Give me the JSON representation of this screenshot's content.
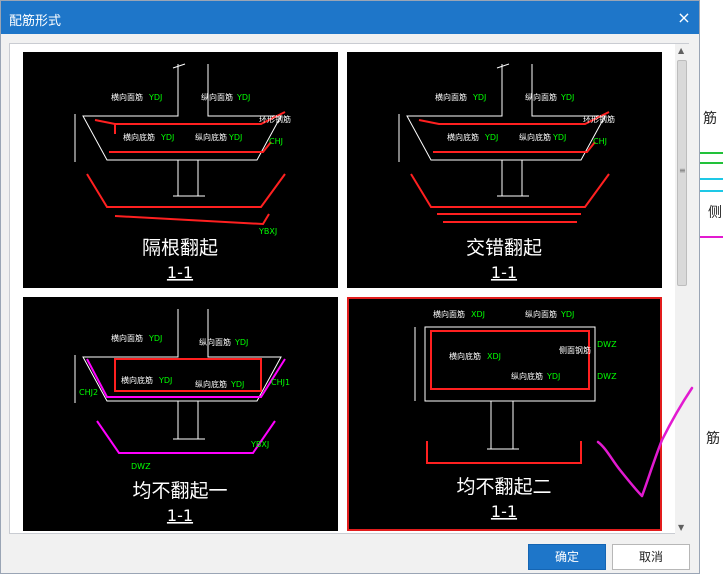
{
  "dialog": {
    "title": "配筋形式",
    "close_glyph": "×",
    "ok_label": "确定",
    "cancel_label": "取消"
  },
  "panels": [
    {
      "title": "隔根翻起",
      "section": "1-1",
      "labels": [
        "横向面筋",
        "YDJ",
        "纵向面筋",
        "YDJ",
        "横向底筋",
        "YDJ",
        "纵向底筋",
        "YDJ",
        "环形钢筋",
        "CHJ",
        "YBXJ"
      ]
    },
    {
      "title": "交错翻起",
      "section": "1-1",
      "labels": [
        "横向面筋",
        "YDJ",
        "纵向面筋",
        "YDJ",
        "横向底筋",
        "YDJ",
        "纵向底筋",
        "YDJ",
        "环形钢筋",
        "CHJ"
      ]
    },
    {
      "title": "均不翻起一",
      "section": "1-1",
      "labels": [
        "横向面筋",
        "YDJ",
        "纵向面筋",
        "YDJ",
        "横向底筋",
        "YDJ",
        "纵向底筋",
        "YDJ",
        "CHJ2",
        "CHJ1",
        "YBXJ",
        "DWZ"
      ]
    },
    {
      "title": "均不翻起二",
      "section": "1-1",
      "labels": [
        "横向面筋",
        "XDJ",
        "纵向面筋",
        "YDJ",
        "横向底筋",
        "XDJ",
        "纵向底筋",
        "YDJ",
        "侧面钢筋",
        "DWZ",
        "DWZ"
      ]
    }
  ],
  "background": {
    "labels": [
      "筋",
      "侧",
      "筋"
    ]
  },
  "colors": {
    "titlebar": "#1e76c9",
    "selection": "#e21d1d",
    "rebar_red": "#ff2020",
    "rebar_magenta": "#ff00ff",
    "label_green": "#00ff00",
    "outline_white": "#ffffff",
    "check_mark": "#e21ad0"
  },
  "icons": {
    "close": "close-icon",
    "scroll_up": "scroll-up-arrow-icon",
    "scroll_down": "scroll-down-arrow-icon"
  }
}
